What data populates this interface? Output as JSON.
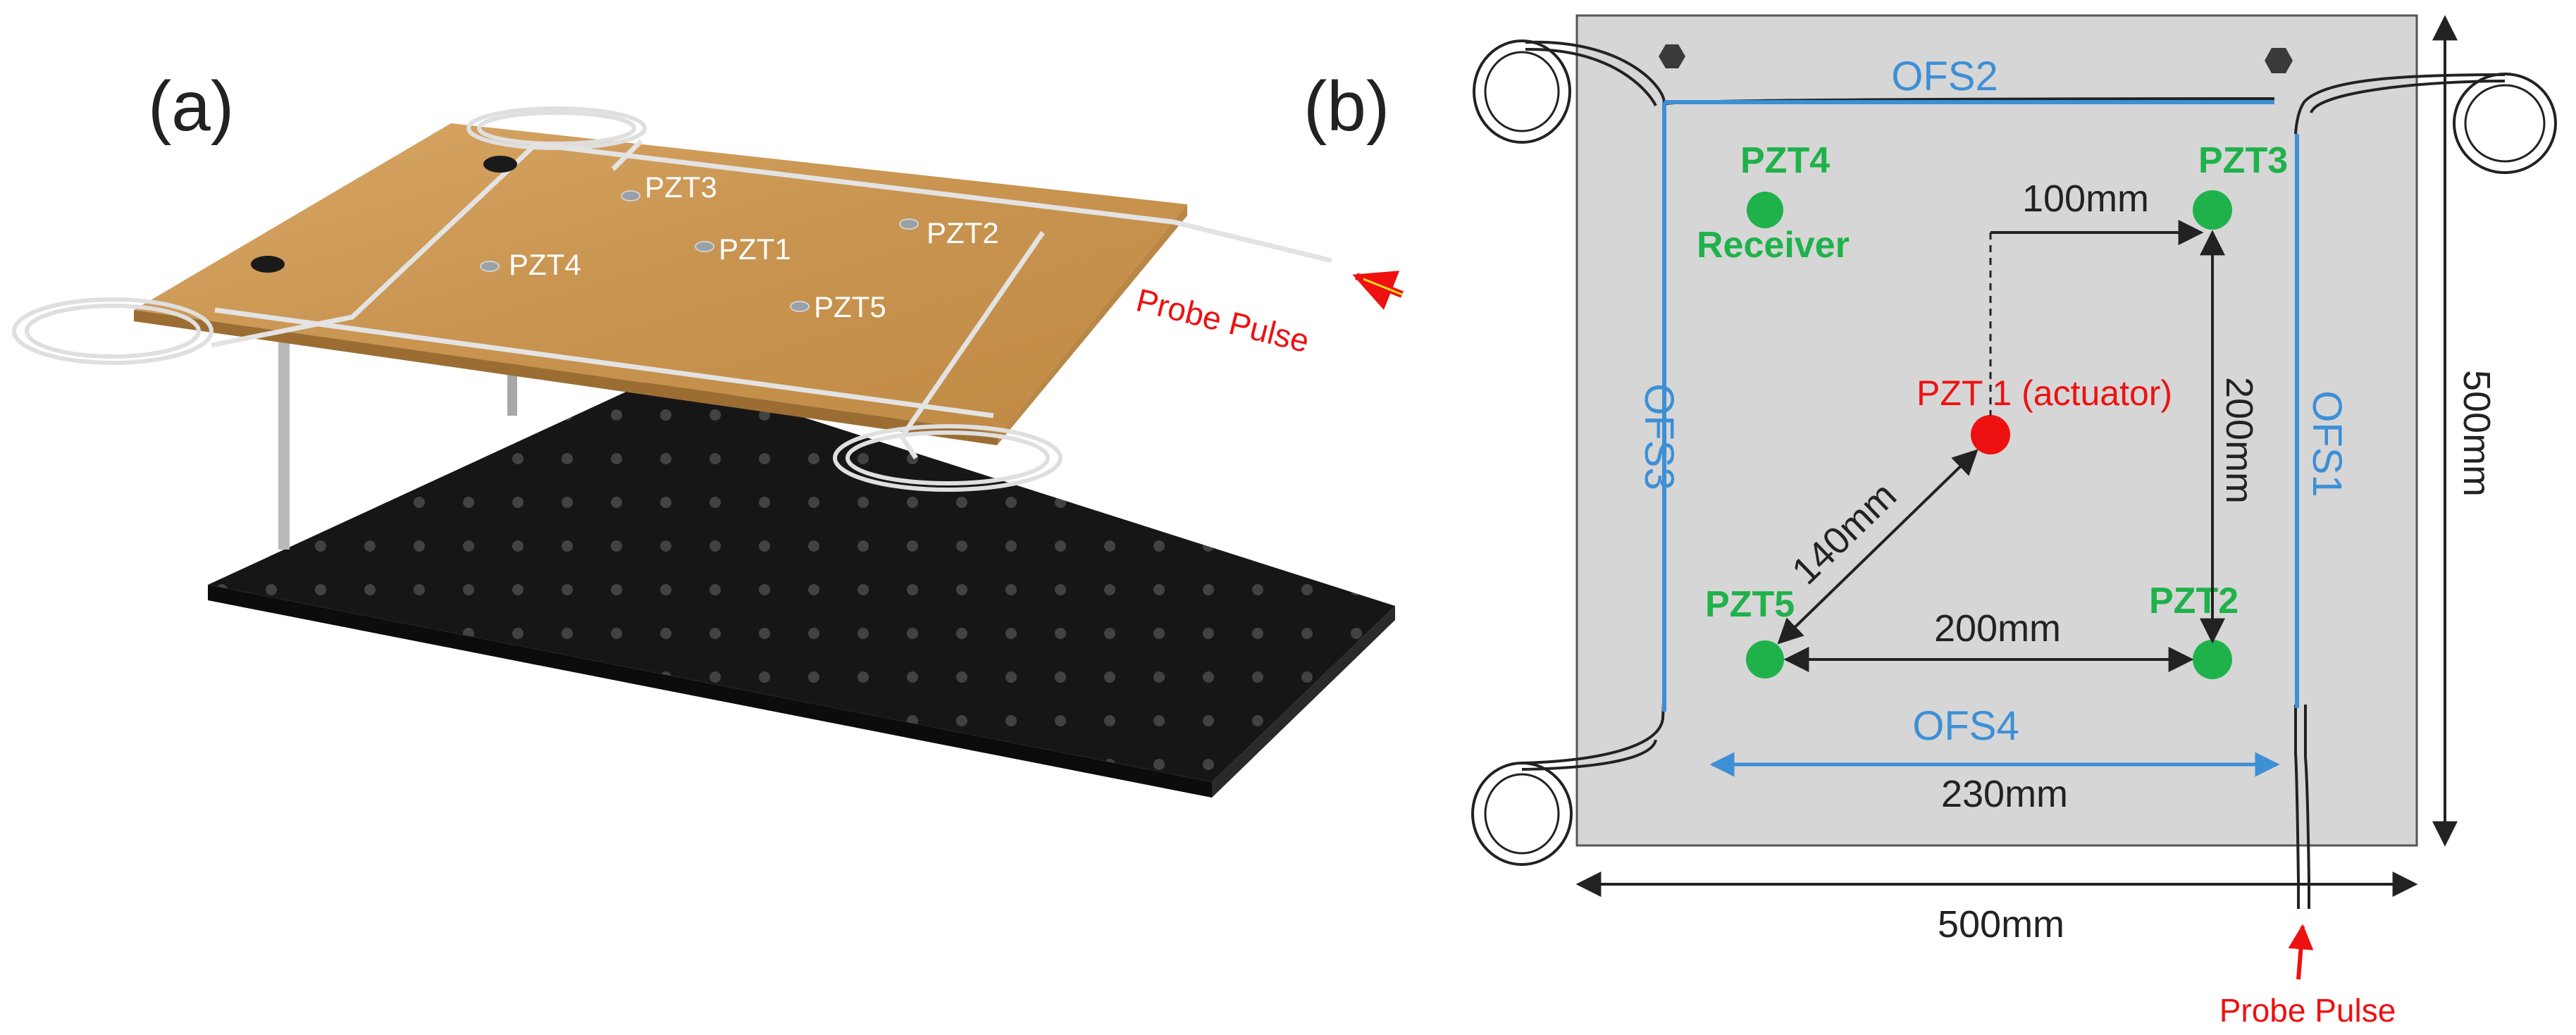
{
  "panel_a": {
    "label": "(a)",
    "sensors": {
      "pzt1": "PZT1",
      "pzt2": "PZT2",
      "pzt3": "PZT3",
      "pzt4": "PZT4",
      "pzt5": "PZT5"
    },
    "probe_pulse": "Probe Pulse"
  },
  "panel_b": {
    "label": "(b)",
    "fibers": {
      "ofs1": "OFS1",
      "ofs2": "OFS2",
      "ofs3": "OFS3",
      "ofs4": "OFS4"
    },
    "pzt1": "PZT 1 (actuator)",
    "pzt2": "PZT2",
    "pzt3": "PZT3",
    "pzt4": "PZT4",
    "receiver": "Receiver",
    "pzt5": "PZT5",
    "dimensions": {
      "d_100": "100mm",
      "d_200_vertical": "200mm",
      "d_200_horizontal": "200mm",
      "d_140": "140mm",
      "d_230": "230mm",
      "plate_width": "500mm",
      "plate_height": "500mm"
    },
    "probe_pulse": "Probe Pulse"
  },
  "colors": {
    "fiber": "#3d8fd6",
    "pzt_green": "#1fb24a",
    "actuator_red": "#ee1111",
    "probe_red": "#ee1111",
    "plate_orange": "#cd9a56",
    "plate_gray": "#d6d6d6",
    "base_black": "#1c1c1c"
  }
}
